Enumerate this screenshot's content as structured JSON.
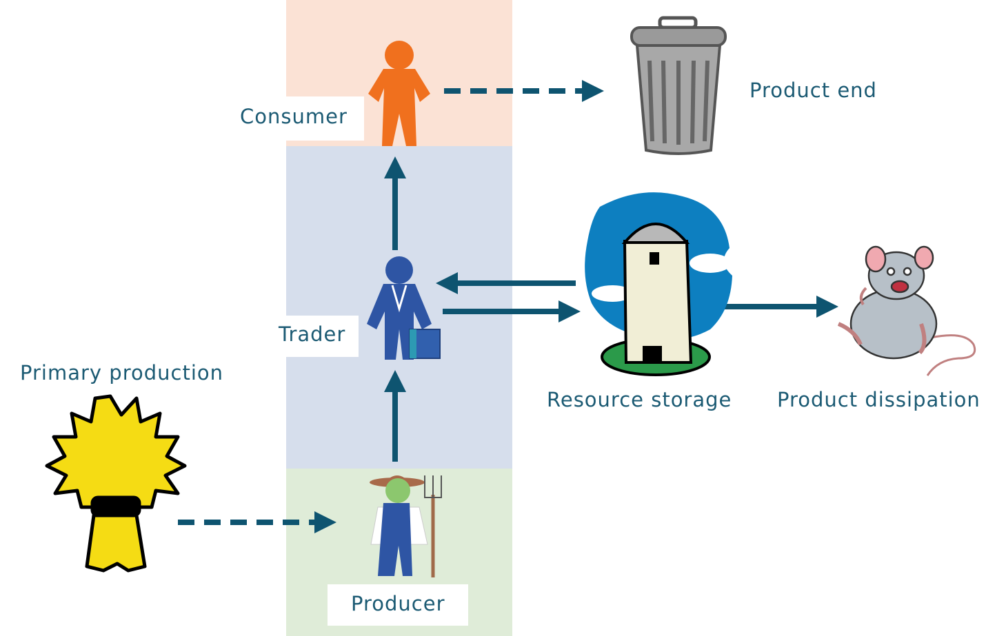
{
  "labels": {
    "consumer": "Consumer",
    "trader": "Trader",
    "producer": "Producer",
    "primary_production": "Primary production",
    "product_end": "Product end",
    "resource_storage": "Resource storage",
    "product_dissipation": "Product dissipation"
  },
  "colors": {
    "consumer_band": "#fbe2d5",
    "trader_band": "#d6deec",
    "producer_band": "#dfecd8",
    "arrow": "#0e5470",
    "label_text": "#1b5a73",
    "consumer_figure": "#f0701e",
    "trader_figure": "#2e55a4",
    "sheaf": "#f5dc14"
  },
  "icons": [
    "consumer-person-icon",
    "trader-businessman-icon",
    "producer-farmer-icon",
    "wheat-sheaf-icon",
    "trash-can-icon",
    "silo-icon",
    "rat-icon"
  ]
}
